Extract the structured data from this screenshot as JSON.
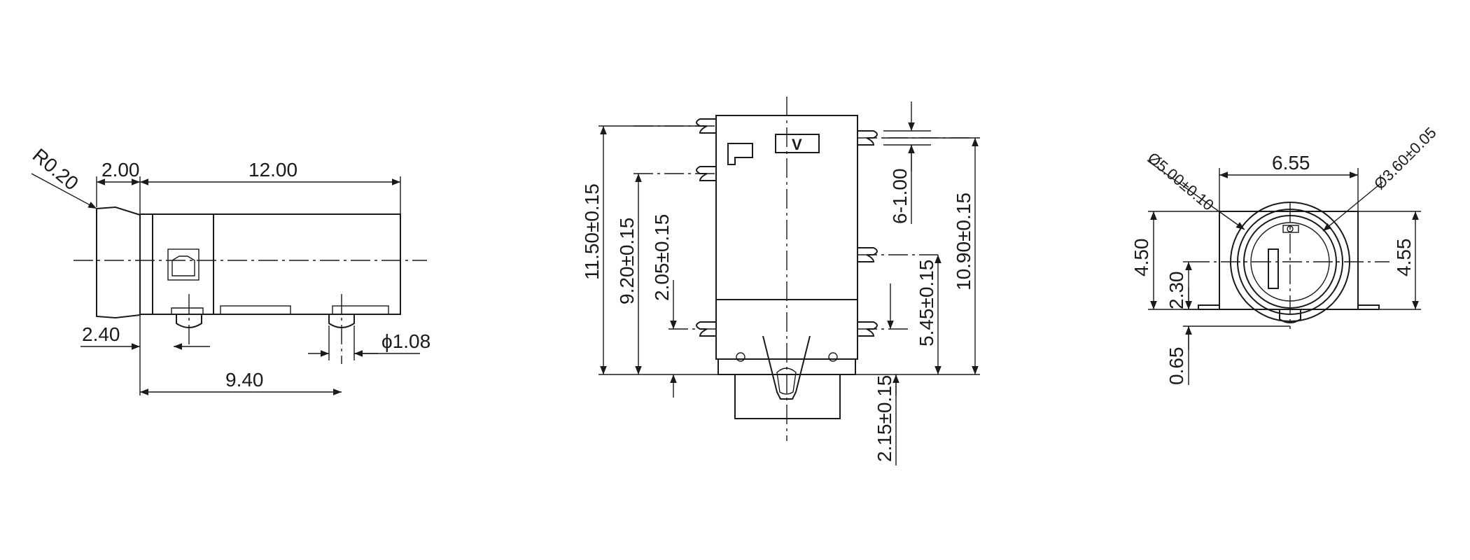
{
  "side_view": {
    "radius": "R0.20",
    "dim_front": "2.00",
    "dim_length": "12.00",
    "dim_offset": "2.40",
    "dim_pin": "ϕ1.08",
    "dim_pitch": "9.40"
  },
  "front_view": {
    "marker": "V",
    "dim_total_height": "11.50±0.15",
    "dim_upper_pin": "9.20±0.15",
    "dim_inner_pin": "2.05±0.15",
    "dim_pin_width": "6-1.00",
    "dim_right_pin": "5.45±0.15",
    "dim_right_height": "10.90±0.15",
    "dim_bottom": "2.15±0.15"
  },
  "end_view": {
    "dim_outer_dia": "Ø5.00±0.10",
    "dim_width": "6.55",
    "dim_inner_dia": "Ø3.60±0.05",
    "dim_height_left": "4.50",
    "dim_center": "2.30",
    "dim_height_right": "4.55",
    "dim_foot": "0.65"
  }
}
